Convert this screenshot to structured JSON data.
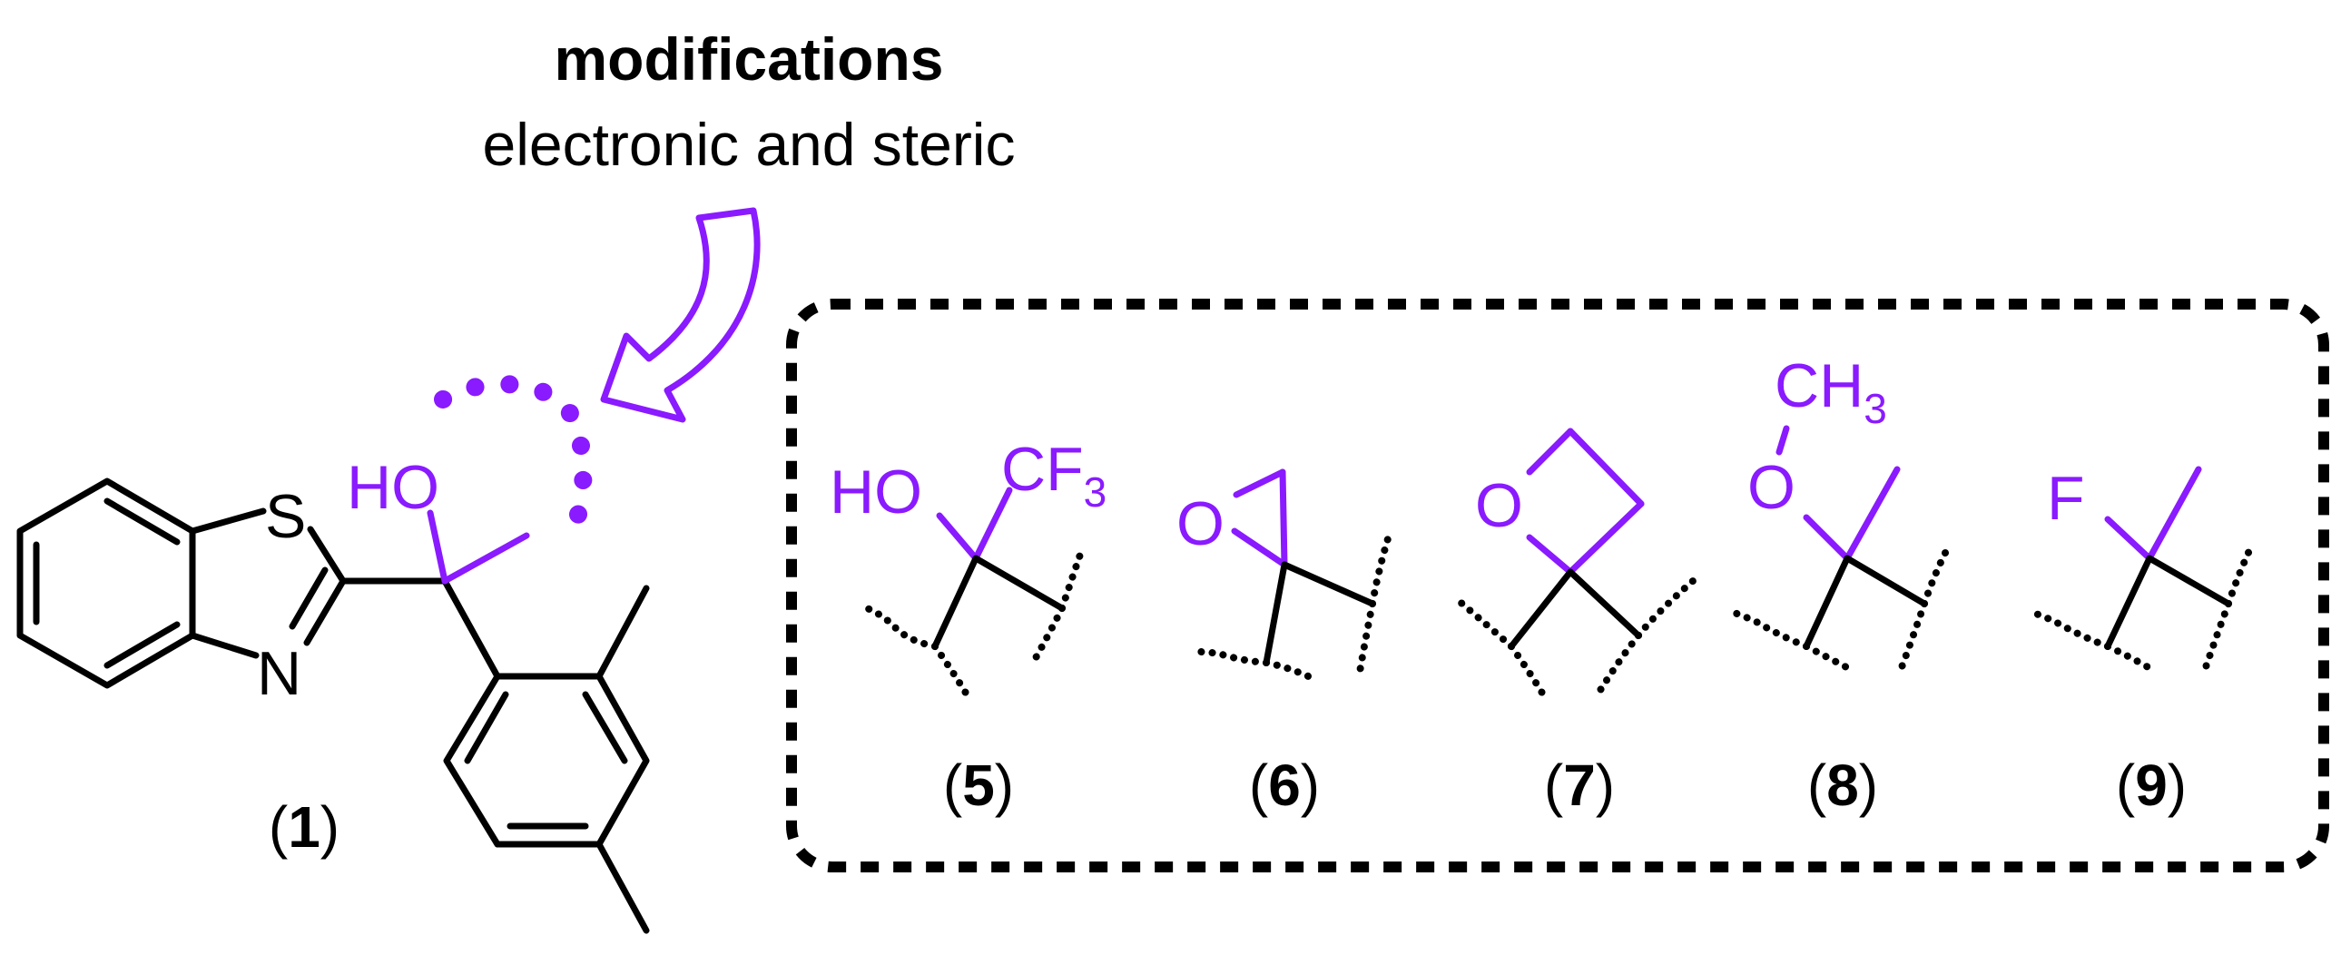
{
  "heading": {
    "title": "modifications",
    "subtitle": "electronic and steric"
  },
  "colors": {
    "accent": "#8a1aff",
    "ink": "#000000"
  },
  "parent_compound": {
    "label_number": "1",
    "atoms": {
      "sulfur": "S",
      "nitrogen": "N",
      "hydroxyl": "HO"
    }
  },
  "analogs": [
    {
      "number": "5",
      "atoms": [
        "HO",
        "CF",
        "3"
      ]
    },
    {
      "number": "6",
      "atoms": [
        "O"
      ]
    },
    {
      "number": "7",
      "atoms": [
        "O"
      ]
    },
    {
      "number": "8",
      "atoms": [
        "O",
        "CH",
        "3"
      ]
    },
    {
      "number": "9",
      "atoms": [
        "F"
      ]
    }
  ],
  "paren_open": "(",
  "paren_close": ")"
}
